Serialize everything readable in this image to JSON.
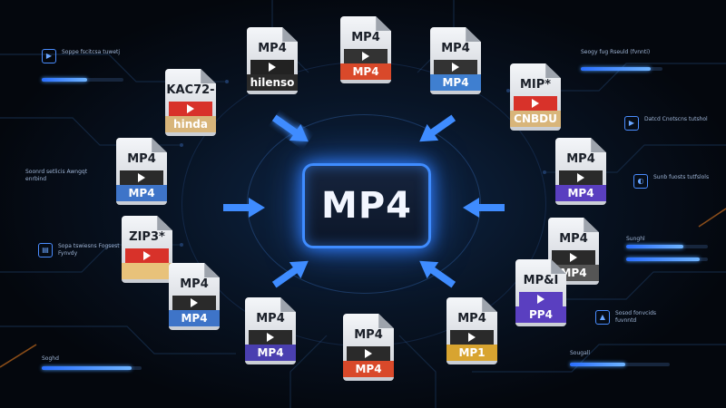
{
  "center": {
    "label": "MP4"
  },
  "files": [
    {
      "id": "f1",
      "t1": "MP4",
      "t2": "hilenso",
      "band": "#222",
      "foot": "#2a2a2a"
    },
    {
      "id": "f2",
      "t1": "MP4",
      "t2": "MP4",
      "band": "#333",
      "foot": "#d9492a"
    },
    {
      "id": "f3",
      "t1": "MP4",
      "t2": "MP4",
      "band": "#333",
      "foot": "#3f7fd0"
    },
    {
      "id": "f4",
      "t1": "KAC72-",
      "t2": "hinda",
      "band": "#d8322a",
      "foot": "#d8b57a"
    },
    {
      "id": "f5",
      "t1": "MIP*",
      "t2": "CNBDU",
      "band": "#d8322a",
      "foot": "#d8b57a"
    },
    {
      "id": "f6",
      "t1": "MP4",
      "t2": "MP4",
      "band": "#2a2a2a",
      "foot": "#3e74c8"
    },
    {
      "id": "f7",
      "t1": "MP4",
      "t2": "MP4",
      "band": "#2a2a2a",
      "foot": "#5a3fc0"
    },
    {
      "id": "f8",
      "t1": "ZIP3*",
      "t2": "",
      "band": "#d8322a",
      "foot": "#e8c27a"
    },
    {
      "id": "f9",
      "t1": "MP4",
      "t2": "MP4",
      "band": "#2a2a2a",
      "foot": "#555"
    },
    {
      "id": "f10",
      "t1": "MP4",
      "t2": "MP4",
      "band": "#2a2a2a",
      "foot": "#3e74c8"
    },
    {
      "id": "f11",
      "t1": "MP&I",
      "t2": "PP4",
      "band": "#5a3fc0",
      "foot": "#5a3fc0"
    },
    {
      "id": "f12",
      "t1": "MP4",
      "t2": "MP4",
      "band": "#2a2a2a",
      "foot": "#4a3fb0"
    },
    {
      "id": "f13",
      "t1": "MP4",
      "t2": "MP4",
      "band": "#2a2a2a",
      "foot": "#d9492a"
    },
    {
      "id": "f14",
      "t1": "MP4",
      "t2": "MP1",
      "band": "#2a2a2a",
      "foot": "#d8a430"
    }
  ],
  "panels": [
    {
      "id": "p1",
      "icon": "▶",
      "text": "Soppe fscitcsa tuwetj"
    },
    {
      "id": "p2",
      "icon": "",
      "text": "Soonrd setlicis Awngqt enrbind"
    },
    {
      "id": "p3",
      "icon": "▤",
      "text": "Sopa tswiesns Fogsest Fynvdy"
    },
    {
      "id": "p4",
      "icon": "",
      "text": "Seogy fug Rseuld (fvnnti)"
    },
    {
      "id": "p5",
      "icon": "▶",
      "text": "Datcd Cnotscns tutshol"
    },
    {
      "id": "p6",
      "icon": "◐",
      "text": "Sunb fuosts tutfslols"
    },
    {
      "id": "p7",
      "icon": "",
      "text": "Sunghl"
    },
    {
      "id": "p8",
      "icon": "▲",
      "text": "Sosod fonvcids fuvnntd"
    },
    {
      "id": "p9",
      "icon": "",
      "text": "Sougall"
    },
    {
      "id": "p10",
      "icon": "",
      "text": "Soghd"
    }
  ],
  "bars": [
    {
      "id": "b1",
      "level": 0.55
    },
    {
      "id": "b2",
      "level": 0.85
    },
    {
      "id": "b3",
      "level": 0.7
    },
    {
      "id": "b4",
      "level": 0.9
    },
    {
      "id": "b5",
      "level": 0.55
    },
    {
      "id": "b6",
      "level": 0.9
    }
  ],
  "colors": {
    "accent": "#3f8cff",
    "background": "#05070d"
  }
}
